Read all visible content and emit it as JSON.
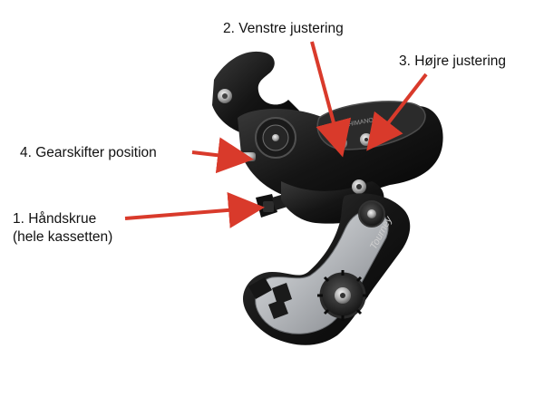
{
  "labels": {
    "venstre": "2. Venstre justering",
    "hojre": "3. Højre justering",
    "gearskifter": "4. Gearskifter position",
    "handskrue_line1": "1. Håndskrue",
    "handskrue_line2": "(hele kassetten)"
  },
  "component_text": {
    "brand": "SHIMANO",
    "series": "Tourney"
  },
  "colors": {
    "arrow": "#d93a2b",
    "body_dark": "#1c1c1c",
    "silver": "#b9bcc0",
    "text": "#111111",
    "background": "#ffffff"
  }
}
